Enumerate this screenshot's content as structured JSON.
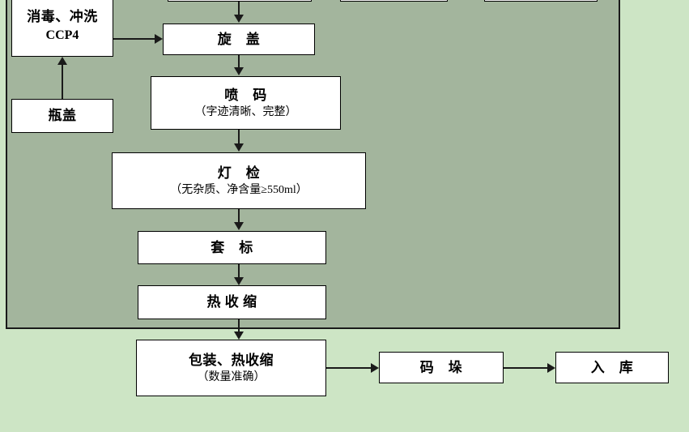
{
  "diagram": {
    "title": "bottled-water-production-flowchart",
    "colors": {
      "panel_background": "#a3b59d",
      "page_background": "#cde5c5",
      "box_fill": "#ffffff",
      "line": "#1a1a1a"
    },
    "partial_boxes": [
      {
        "id": "partial-1"
      },
      {
        "id": "partial-2"
      },
      {
        "id": "partial-3"
      }
    ],
    "nodes": [
      {
        "id": "sterilize-rinse",
        "main": "消毒、冲洗",
        "sub": "CCP4"
      },
      {
        "id": "bottle-cap",
        "main": "瓶盖",
        "sub": ""
      },
      {
        "id": "capping",
        "main": "旋　盖",
        "sub": ""
      },
      {
        "id": "inkjet-coding",
        "main": "喷　码",
        "sub": "（字迹清晰、完整）"
      },
      {
        "id": "lamp-inspection",
        "main": "灯　检",
        "sub": "（无杂质、净含量≥550ml）"
      },
      {
        "id": "labeling",
        "main": "套　标",
        "sub": ""
      },
      {
        "id": "heat-shrink",
        "main": "热 收 缩",
        "sub": ""
      },
      {
        "id": "packing-heat-shrink",
        "main": "包装、热收缩",
        "sub": "（数量准确）"
      },
      {
        "id": "palletizing",
        "main": "码　垛",
        "sub": ""
      },
      {
        "id": "warehousing",
        "main": "入　库",
        "sub": ""
      }
    ],
    "connectors": [
      {
        "id": "partial1-to-capping",
        "type": "arrow-down"
      },
      {
        "id": "sterilize-to-capping",
        "type": "arrow-right"
      },
      {
        "id": "bottlecap-to-sterilize",
        "type": "arrow-up"
      },
      {
        "id": "capping-to-coding",
        "type": "arrow-down"
      },
      {
        "id": "coding-to-lamp",
        "type": "arrow-down"
      },
      {
        "id": "lamp-to-labeling",
        "type": "arrow-down"
      },
      {
        "id": "labeling-to-heatshrink",
        "type": "arrow-down"
      },
      {
        "id": "heatshrink-to-packing",
        "type": "arrow-down"
      },
      {
        "id": "packing-to-palletizing",
        "type": "arrow-right"
      },
      {
        "id": "palletizing-to-warehousing",
        "type": "arrow-right"
      }
    ]
  }
}
